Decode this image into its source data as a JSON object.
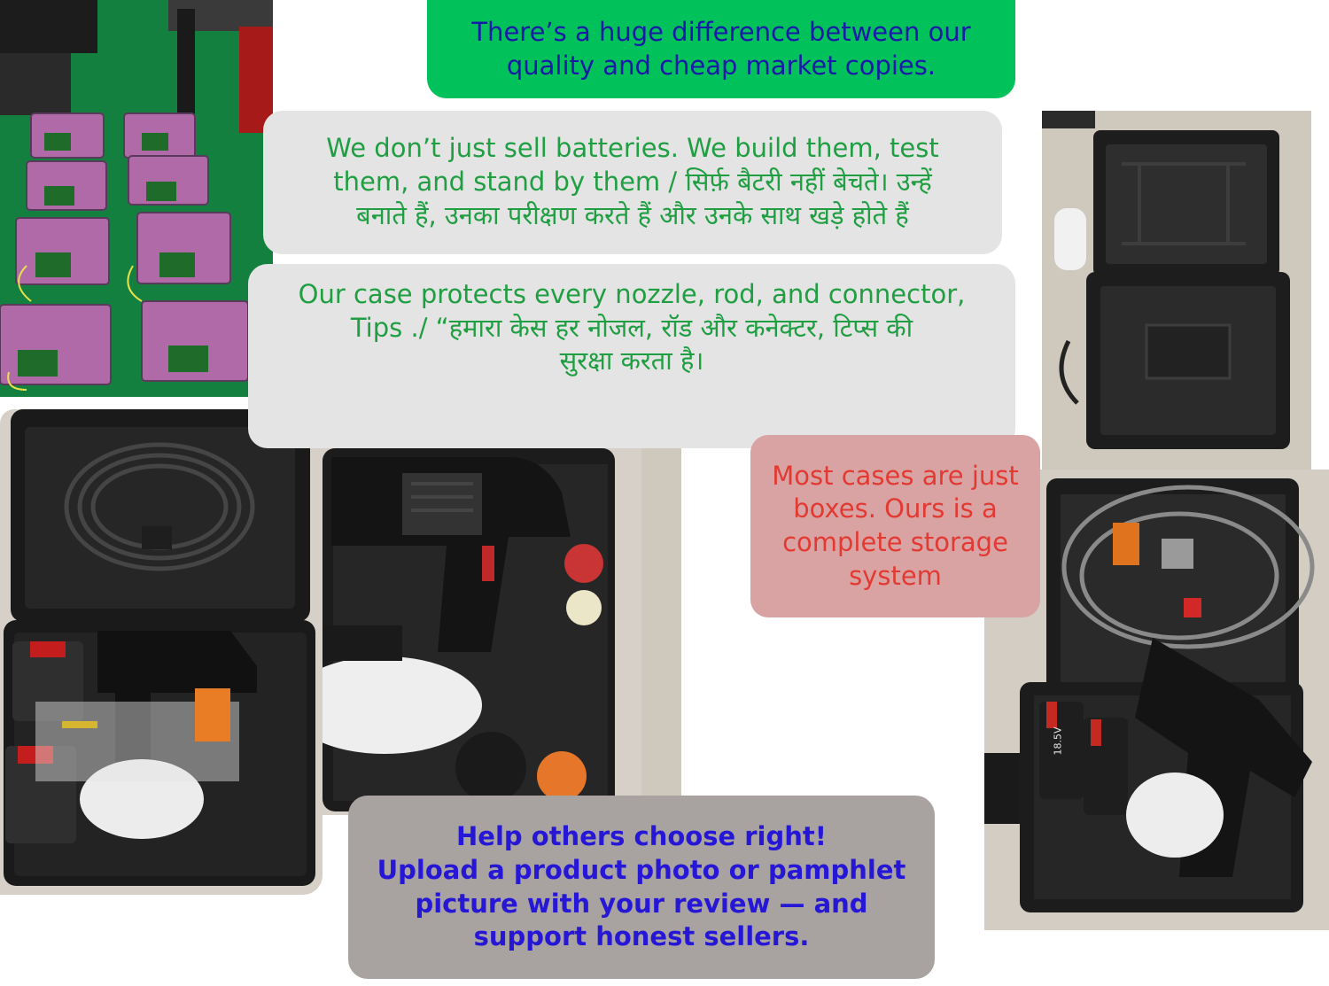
{
  "colors": {
    "headline_bg": "#00c15a",
    "panel_light_bg": "#e4e4e4",
    "panel_dark_bg": "#a8a3a0",
    "pink_bg": "#d9a3a3",
    "headline_text": "#1a1aa8",
    "green_text": "#1f9e42",
    "red_text": "#e23a32",
    "blue_text": "#2616d6"
  },
  "headline": {
    "line1": "There’s a huge difference between our",
    "line2": "quality and cheap market copies."
  },
  "build": {
    "line1": "We don’t just sell batteries. We build them, test",
    "line2": "them, and stand by them / सिर्फ़ बैटरी नहीं बेचते। उन्हें",
    "line3": "बनाते हैं, उनका परीक्षण करते हैं और उनके साथ खड़े होते हैं"
  },
  "case_protect": {
    "line1": "Our case protects every nozzle, rod, and connector,",
    "line2": "Tips ./ “हमारा केस हर नोजल, रॉड और कनेक्टर, टिप्स की",
    "line3": "सुरक्षा करता है।"
  },
  "storage": {
    "line1": "Most cases are just",
    "line2": "boxes. Ours is a",
    "line3": "complete storage",
    "line4": "system"
  },
  "review": {
    "line1": "Help others choose right!",
    "line2": "Upload a product photo or pamphlet",
    "line3": "picture with your review — and",
    "line4": "support honest sellers."
  },
  "battery_label": "18.5V",
  "photos": {
    "battery_packs": "battery-packs-photo",
    "open_empty_case": "open-empty-case-photo",
    "full_kit_case": "full-kit-case-photo",
    "gun_closeup": "spray-gun-closeup-photo",
    "hose_case": "hose-and-gun-case-photo"
  }
}
